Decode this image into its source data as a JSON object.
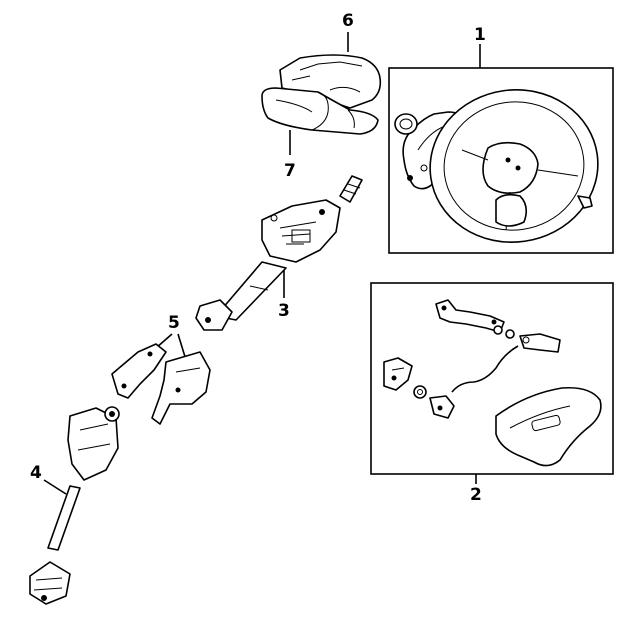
{
  "diagram": {
    "callouts": {
      "steering_wheel": "1",
      "air_bag_module": "2",
      "steering_column": "3",
      "intermediate_shaft": "4",
      "column_brackets": "5",
      "upper_cover": "6",
      "lower_cover": "7"
    }
  }
}
